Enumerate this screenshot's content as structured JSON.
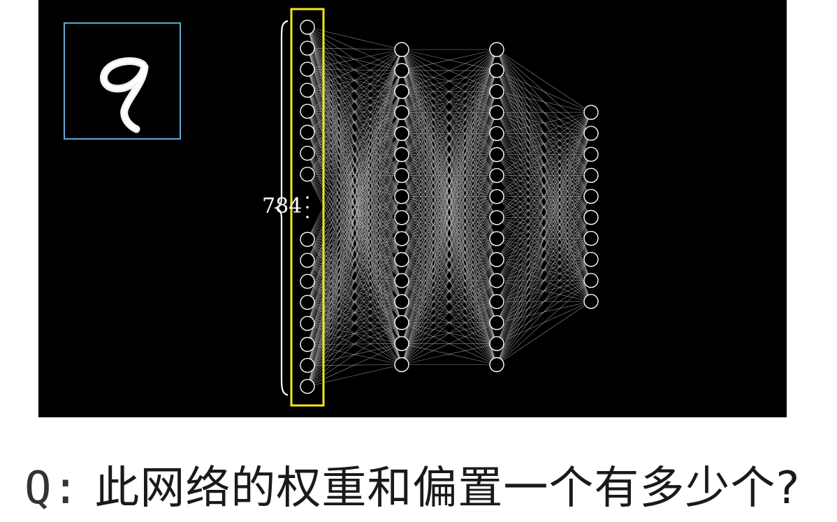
{
  "figure": {
    "input_count_label": "784",
    "layers": [
      {
        "name": "input",
        "neuron_count_drawn": 16,
        "ellipsis": true
      },
      {
        "name": "hidden-1",
        "neuron_count_drawn": 16
      },
      {
        "name": "hidden-2",
        "neuron_count_drawn": 16
      },
      {
        "name": "output",
        "neuron_count_drawn": 10
      }
    ],
    "digit_shown": "9",
    "colors": {
      "background": "#000000",
      "neuron_stroke": "#ffffff",
      "connection": "#bdbdbd",
      "input_highlight": "#f5e616",
      "digit_frame": "#5fa8d3"
    }
  },
  "question": {
    "prefix": "Q:",
    "text": "此网络的权重和偏置一个有多少个?"
  }
}
